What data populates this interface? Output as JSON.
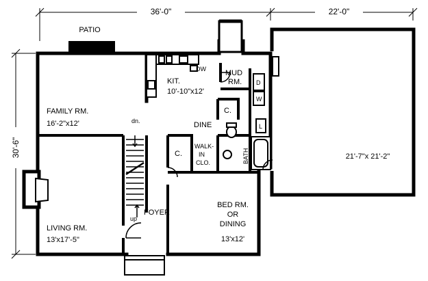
{
  "dimensions": {
    "top_house": "36'-0\"",
    "top_garage": "22'-0\"",
    "left_depth": "30'-6\""
  },
  "labels": {
    "patio": "PATIO",
    "family_name": "FAMILY RM.",
    "family_size": "16'-2\"x12'",
    "kit_name": "KIT.",
    "kit_size": "10'-10\"x12'",
    "dw": "DW",
    "mud_1": "MUD",
    "mud_2": "RM.",
    "dine": "DINE",
    "closet": "C.",
    "closet2": "C.",
    "walk_1": "WALK-",
    "walk_2": "IN",
    "walk_3": "CLO.",
    "bath": "BATH",
    "stair_dn": "dn.",
    "stair_up": "up",
    "foyer": "FOYER",
    "living_name": "LIVING RM.",
    "living_size": "13'x17'-5\"",
    "bed_1": "BED RM.",
    "bed_2": "OR",
    "bed_3": "DINING",
    "bed_size": "13'x12'",
    "garage_size": "21'-7\"x 21'-2\"",
    "laundry_l": "L",
    "dryer_d": "D",
    "washer_w": "W"
  },
  "colors": {
    "ink": "#000000",
    "paper": "#ffffff"
  }
}
